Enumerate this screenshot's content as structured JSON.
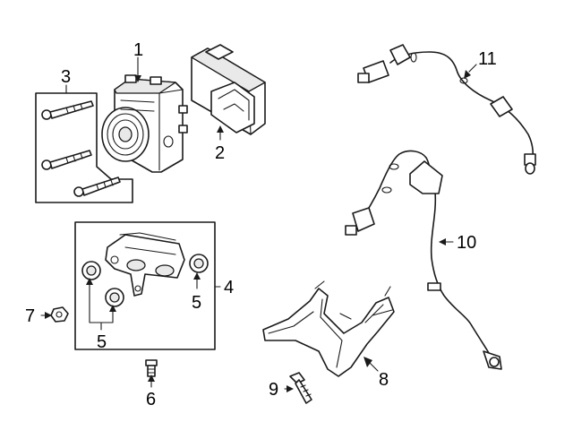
{
  "callouts": {
    "c1": "1",
    "c2": "2",
    "c3": "3",
    "c4": "4",
    "c5a": "5",
    "c5b": "5",
    "c6": "6",
    "c7": "7",
    "c8": "8",
    "c9": "9",
    "c10": "10",
    "c11": "11"
  },
  "parts": [
    {
      "callout": "1",
      "icon": "abs-modulator-icon"
    },
    {
      "callout": "2",
      "icon": "control-module-icon"
    },
    {
      "callout": "3",
      "icon": "bolt-set-icon"
    },
    {
      "callout": "4",
      "icon": "mount-bracket-kit-icon"
    },
    {
      "callout": "5",
      "icon": "insulator-icon"
    },
    {
      "callout": "6",
      "icon": "stud-bolt-icon"
    },
    {
      "callout": "7",
      "icon": "nut-icon"
    },
    {
      "callout": "8",
      "icon": "support-bracket-icon"
    },
    {
      "callout": "9",
      "icon": "bolt-icon"
    },
    {
      "callout": "10",
      "icon": "rear-sensor-harness-icon"
    },
    {
      "callout": "11",
      "icon": "front-sensor-harness-icon"
    }
  ]
}
